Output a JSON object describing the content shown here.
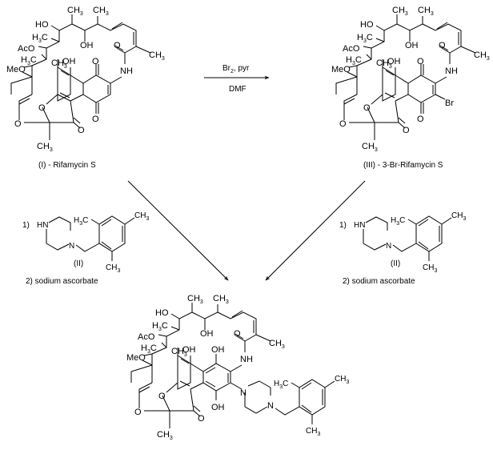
{
  "scheme": {
    "title": "Synthesis of 3-(4-mesitylmethylpiperazinyl)-rifamycin SV",
    "compounds": {
      "rifamycin_s": {
        "caption": "(I)  -  Rifamycin S"
      },
      "bromo_rifamycin_s": {
        "caption": "(III)  -  3-Br-Rifamycin S"
      },
      "piperazine_reagent": {
        "caption": "(II)"
      },
      "product": {
        "caption": ""
      }
    },
    "atom_labels": {
      "HO": "HO",
      "OH": "OH",
      "AcO": "AcO",
      "MeO": "MeO",
      "O": "O",
      "NH": "NH",
      "N": "N",
      "HN": "HN",
      "Br": "Br",
      "CH": "CH",
      "H": "H",
      "C": "C",
      "three": "3"
    },
    "reaction_1": {
      "reagent_above": "Br",
      "reagent_above_sub": "2",
      "reagent_above_rest": ", pyr",
      "solvent_below": "DMF"
    },
    "reaction_left": {
      "step1_prefix": "1)",
      "step2": "2) sodium ascorbate"
    },
    "reaction_right": {
      "step1_prefix": "1)",
      "step2": "2) sodium ascorbate"
    }
  }
}
